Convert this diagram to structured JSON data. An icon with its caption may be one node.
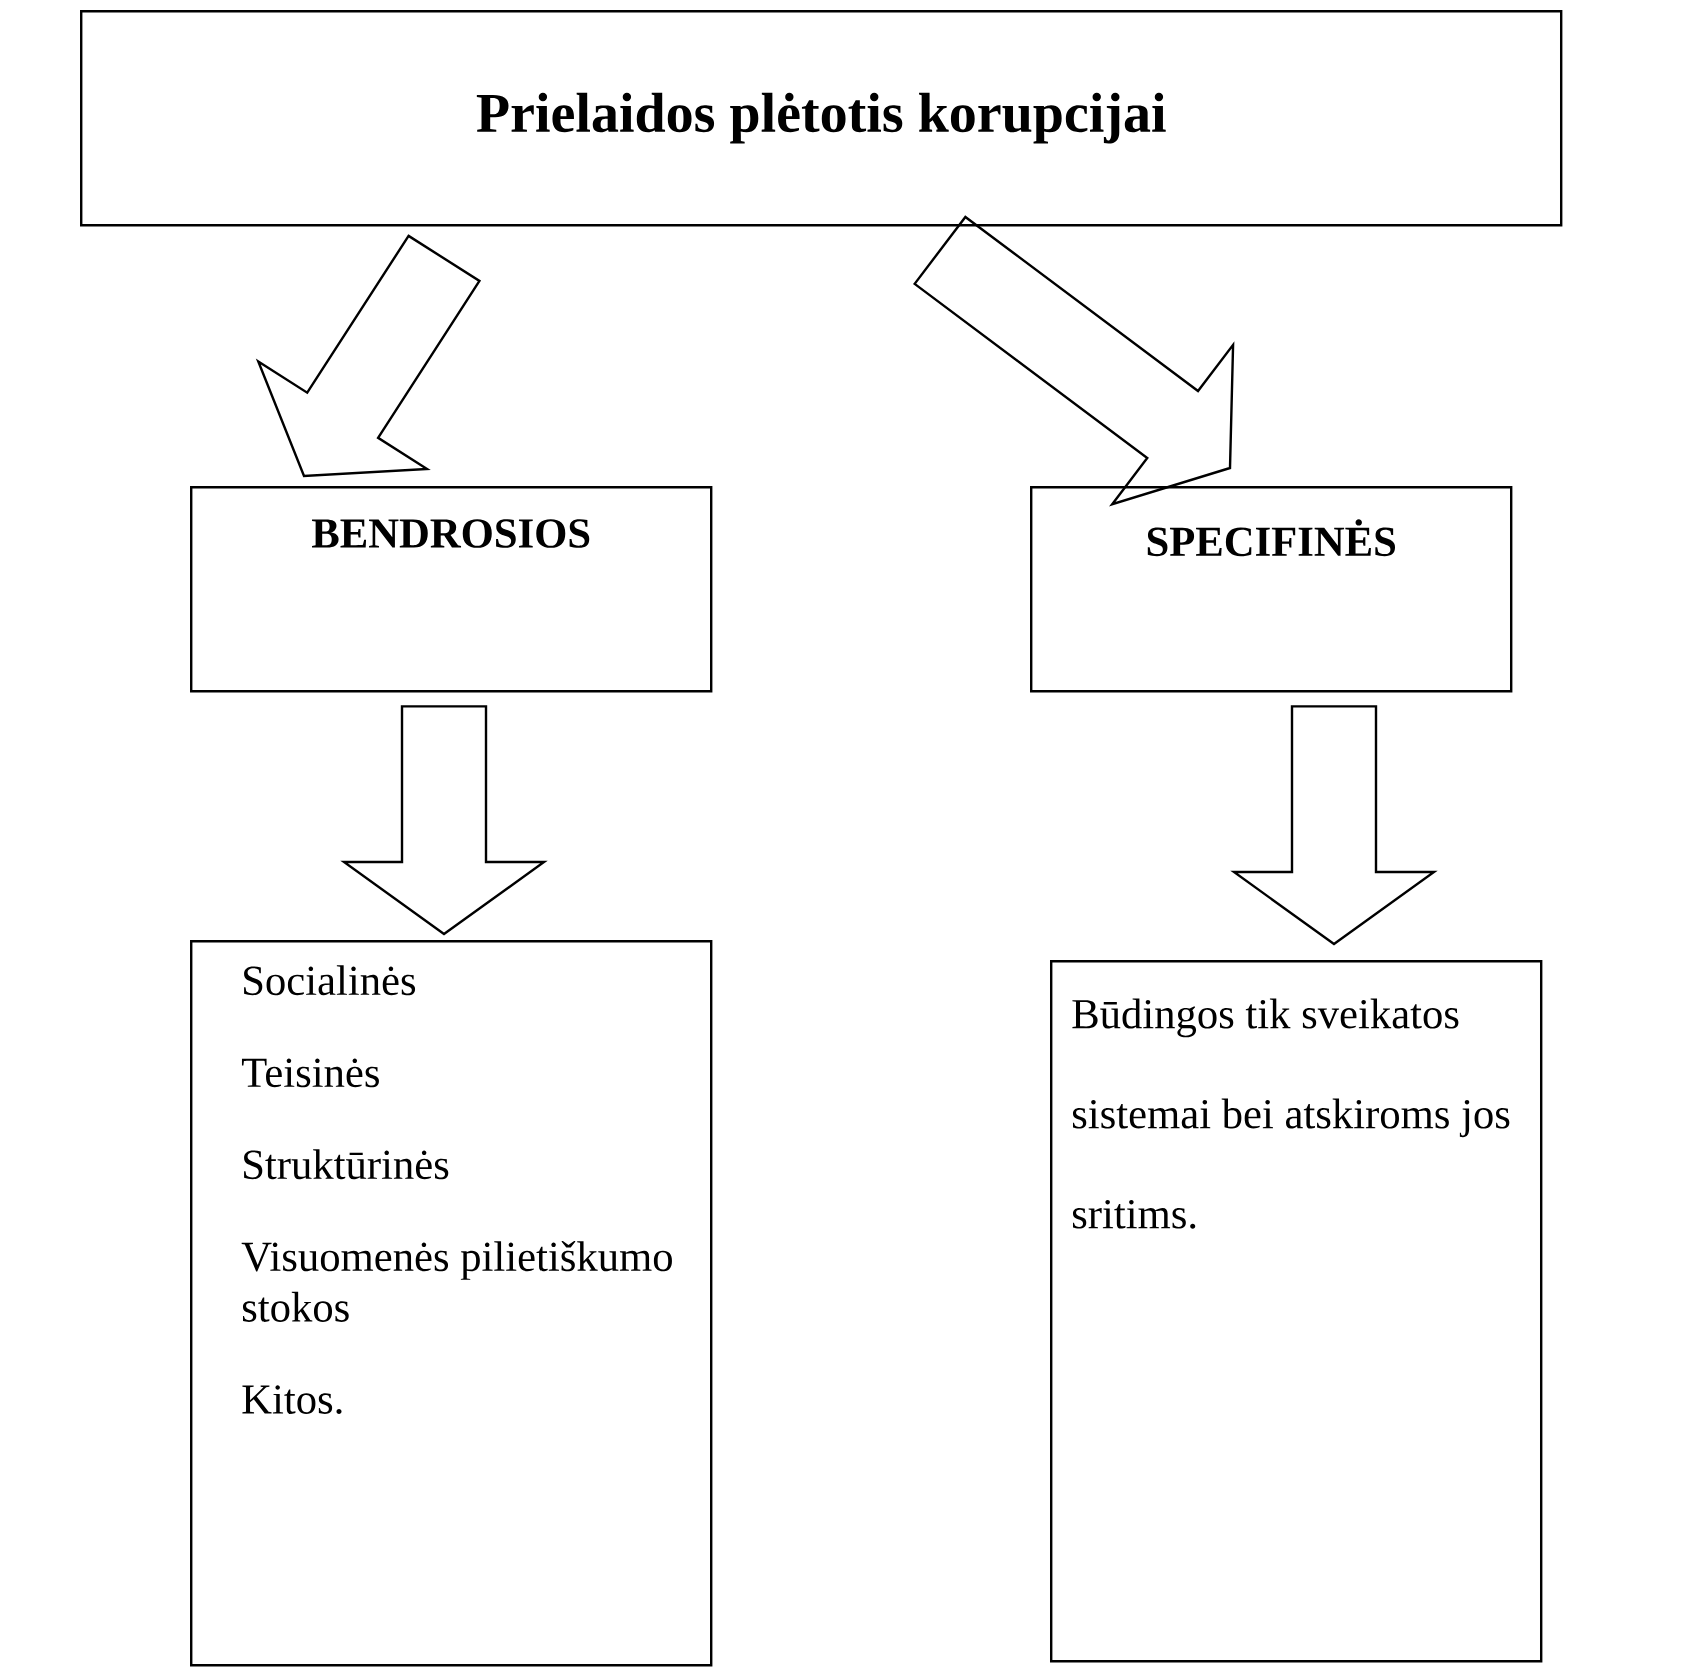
{
  "diagram": {
    "nodes": [
      {
        "text": [
          "Prielaidos plėtotis korupcijai"
        ]
      },
      {
        "text": [
          "BENDROSIOS"
        ]
      },
      {
        "text": [
          "SPECIFINĖS"
        ]
      },
      {
        "text": [
          "Socialinės",
          "Teisinės",
          "Struktūrinės",
          "Visuomenės pilietiškumo stokos",
          "Kitos."
        ]
      },
      {
        "text": [
          "Būdingos tik sveikatos sistemai bei atskiroms jos sritims."
        ]
      }
    ],
    "edges": [
      {
        "from": 0,
        "to": 1,
        "arrow": "to"
      },
      {
        "from": 0,
        "to": 2,
        "arrow": "to"
      },
      {
        "from": 1,
        "to": 3,
        "arrow": "to"
      },
      {
        "from": 2,
        "to": 4,
        "arrow": "to"
      }
    ]
  }
}
